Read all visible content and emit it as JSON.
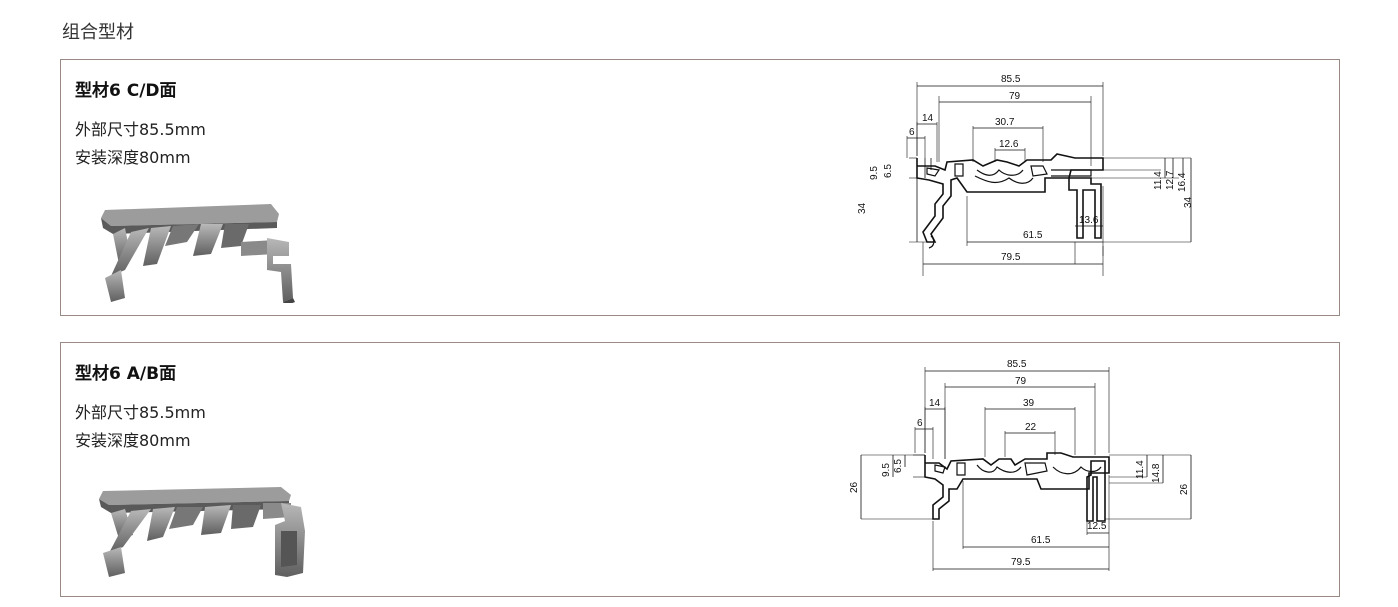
{
  "page_title": "组合型材",
  "sections": [
    {
      "title": "型材6 C/D面",
      "spec_outer": "外部尺寸85.5mm",
      "spec_depth": "安装深度80mm",
      "dimensions": {
        "overall": "85.5",
        "inner": "79",
        "d14": "14",
        "d6": "6",
        "d30_7": "30.7",
        "d12_6": "12.6",
        "d9_5": "9.5",
        "d6_5": "6.5",
        "height_left": "34",
        "d11_4": "11.4",
        "d12_7": "12.7",
        "d16_4": "16.4",
        "height_right": "34",
        "d13_6": "13.6",
        "d61_5": "61.5",
        "d79_5": "79.5"
      }
    },
    {
      "title": "型材6 A/B面",
      "spec_outer": "外部尺寸85.5mm",
      "spec_depth": "安装深度80mm",
      "dimensions": {
        "overall": "85.5",
        "inner": "79",
        "d14": "14",
        "d6": "6",
        "d39": "39",
        "d22": "22",
        "d9_5": "9.5",
        "d6_5": "6.5",
        "height_left": "26",
        "d11_4": "11.4",
        "d14_8": "14.8",
        "height_right": "26",
        "d12_5": "12.5",
        "d61_5": "61.5",
        "d79_5": "79.5"
      }
    }
  ]
}
